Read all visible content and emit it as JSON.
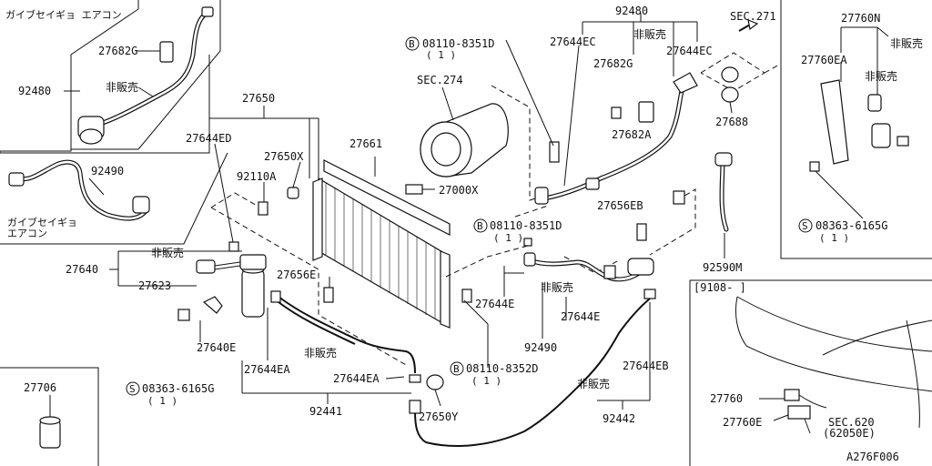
{
  "diagram_id": "A276F006",
  "labels": {
    "top_left_note": "ガイブセイギョ エアコン",
    "mid_left_note_1": "ガイブセイギョ",
    "mid_left_note_2": "エアコン",
    "p27682G_a": "27682G",
    "p92480_a": "92480",
    "not_sold_a": "非販売",
    "p92490_a": "92490",
    "p27650": "27650",
    "p27644ED": "27644ED",
    "p27650X": "27650X",
    "p92110A": "92110A",
    "p27661": "27661",
    "p27000X": "27000X",
    "p27640": "27640",
    "not_sold_b": "非販売",
    "p27623": "27623",
    "p27656E": "27656E",
    "p27640E": "27640E",
    "p27644EA_a": "27644EA",
    "p27644EA_b": "27644EA",
    "not_sold_c": "非販売",
    "p08363_a": "08363-6165G",
    "p08363_a_qty": "( 1 )",
    "p92441": "92441",
    "p27650Y": "27650Y",
    "p27706": "27706",
    "p08110_8352D": "08110-8352D",
    "p08110_8352D_qty": "( 1 )",
    "p27644E_a": "27644E",
    "p27644E_b": "27644E",
    "not_sold_d": "非販売",
    "p92490_b": "92490",
    "p08110_8351D_a": "08110-8351D",
    "p08110_8351D_a_qty": "( 1 )",
    "p08110_8351D_b": "08110-8351D",
    "p08110_8351D_b_qty": "( 1 )",
    "sec274": "SEC.274",
    "p92480_b": "92480",
    "p27644EC_a": "27644EC",
    "not_sold_e": "非販売",
    "p27644EC_b": "27644EC",
    "p27682G_b": "27682G",
    "p27682A": "27682A",
    "p27688": "27688",
    "sec271": "SEC.271",
    "p27656EB": "27656EB",
    "p92590M": "92590M",
    "p27644EB": "27644EB",
    "not_sold_f": "非販売",
    "p92442": "92442",
    "p27760N": "27760N",
    "p27760EA": "27760EA",
    "not_sold_g": "非販売",
    "not_sold_h": "非販売",
    "p08363_b": "08363-6165G",
    "p08363_b_qty": "( 1 )",
    "date_range": "[9108-  ]",
    "p27760": "27760",
    "p27760E": "27760E",
    "sec620": "SEC.620",
    "sec620_sub": "(62050E)",
    "circ_B": "B",
    "circ_S": "S"
  }
}
